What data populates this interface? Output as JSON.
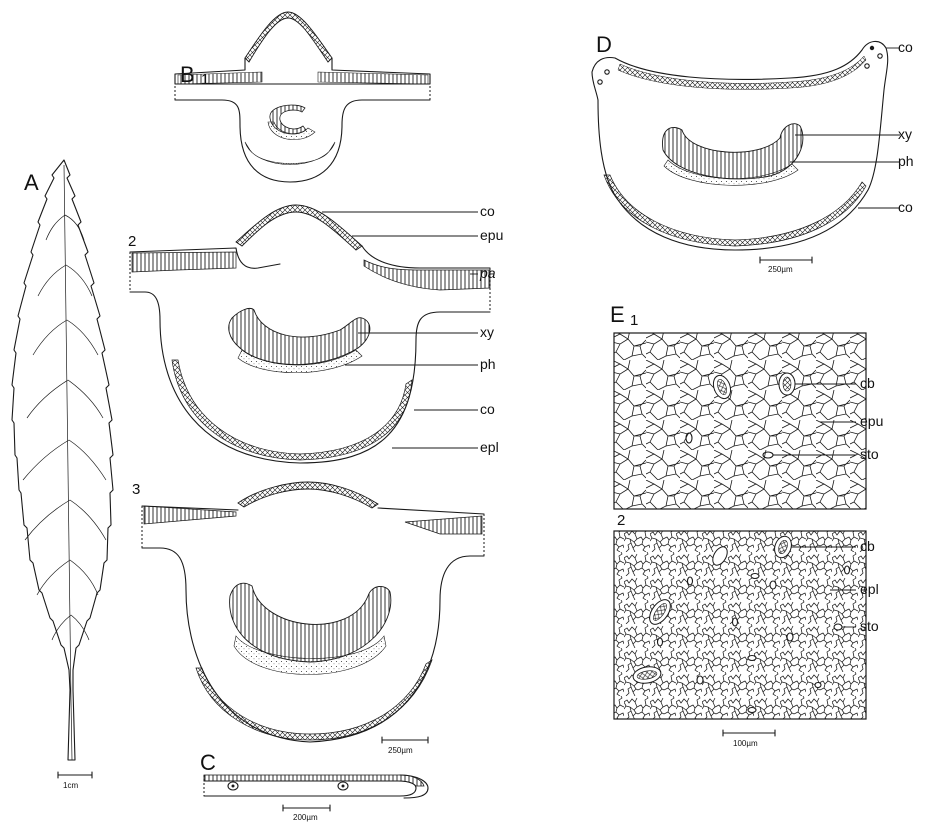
{
  "panels": {
    "A": "A",
    "B": "B",
    "B_sub1": "1",
    "B_sub2": "2",
    "B_sub3": "3",
    "C": "C",
    "D": "D",
    "E": "E",
    "E_sub1": "1",
    "E_sub2": "2"
  },
  "labels": {
    "b2_co": "co",
    "b2_epu": "epu",
    "b2_pa": "pa",
    "b2_xy": "xy",
    "b2_ph": "ph",
    "b2_co2": "co",
    "b2_epl": "epl",
    "d_co_top": "co",
    "d_xy": "xy",
    "d_ph": "ph",
    "d_co_bottom": "co",
    "e1_cb": "cb",
    "e1_epu": "epu",
    "e1_sto": "sto",
    "e2_cb": "cb",
    "e2_epl": "epl",
    "e2_sto": "sto"
  },
  "scale_bars": {
    "A": "1cm",
    "B": "250µm",
    "C": "200µm",
    "D": "250µm",
    "E": "100µm"
  },
  "colors": {
    "ink": "#1a1a1a",
    "background": "#ffffff"
  }
}
